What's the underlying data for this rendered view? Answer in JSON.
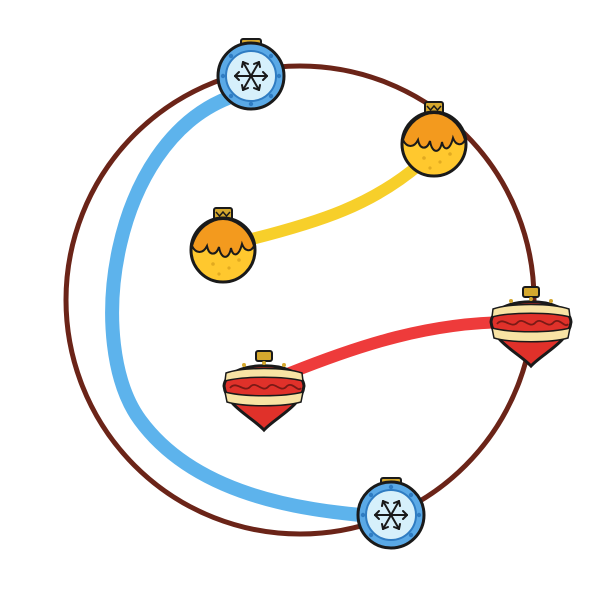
{
  "puzzle": {
    "ring_color": "#6b2418",
    "links": [
      {
        "id": "blue",
        "color": "#5db3ec",
        "from": "blue-snowflake-top",
        "to": "blue-snowflake-bottom"
      },
      {
        "id": "yellow",
        "color": "#f7cf2a",
        "from": "yellow-ornament-top",
        "to": "yellow-ornament-left"
      },
      {
        "id": "red",
        "color": "#ee3b3b",
        "from": "red-spinning-top-right",
        "to": "red-spinning-top-left"
      }
    ],
    "ornaments": [
      {
        "id": "blue-snowflake-top",
        "kind": "snowflake",
        "on_ring": true
      },
      {
        "id": "yellow-ornament-top",
        "kind": "drip",
        "on_ring": true
      },
      {
        "id": "yellow-ornament-left",
        "kind": "drip",
        "on_ring": false
      },
      {
        "id": "red-spinning-top-right",
        "kind": "spinning-top",
        "on_ring": true
      },
      {
        "id": "red-spinning-top-left",
        "kind": "spinning-top",
        "on_ring": false
      },
      {
        "id": "blue-snowflake-bottom",
        "kind": "snowflake",
        "on_ring": true
      }
    ],
    "colors": {
      "outline": "#1a1a1a",
      "blue_light": "#d6f0fb",
      "blue_mid": "#5aa9e6",
      "blue_dark": "#2f7cc2",
      "yellow": "#ffc82e",
      "orange": "#f39a1e",
      "red": "#e0312a",
      "cream": "#f8e3a4",
      "gold": "#d5a82e",
      "cap_brown": "#7a3d2a"
    }
  }
}
